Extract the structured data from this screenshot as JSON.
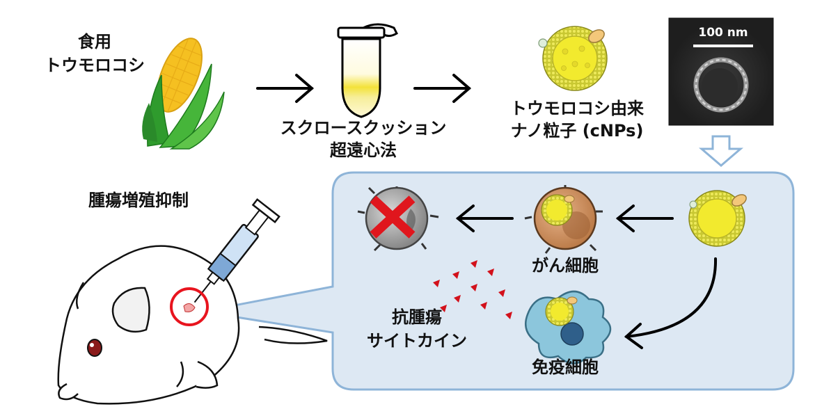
{
  "labels": {
    "corn_line1": "食用",
    "corn_line2": "トウモロコシ",
    "sucrose_line1": "スクロースクッション",
    "sucrose_line2": "超遠心法",
    "cnp_line1": "トウモロコシ由来",
    "cnp_line2": "ナノ粒子 (cNPs)",
    "scale_bar": "100 nm",
    "tumor_inhibition": "腫瘍増殖抑制",
    "cancer_cell": "がん細胞",
    "immune_cell": "免疫細胞",
    "cytokine_line1": "抗腫瘍",
    "cytokine_line2": "サイトカイン"
  },
  "colors": {
    "panel_fill": "#dde8f3",
    "panel_stroke": "#8eb4d8",
    "nanoparticle": "#f2ea2e",
    "cancer_cell": "#cf9060",
    "immune_cell": "#8cc6dc",
    "cross": "#e0161d",
    "cytokine": "#d2111b",
    "highlight_ring": "#e8141e"
  },
  "icons": {
    "corn": "corn-icon",
    "tube": "centrifuge-tube-icon",
    "micrograph": "tem-micrograph",
    "mouse": "mouse-illustration",
    "syringe": "syringe-icon"
  }
}
